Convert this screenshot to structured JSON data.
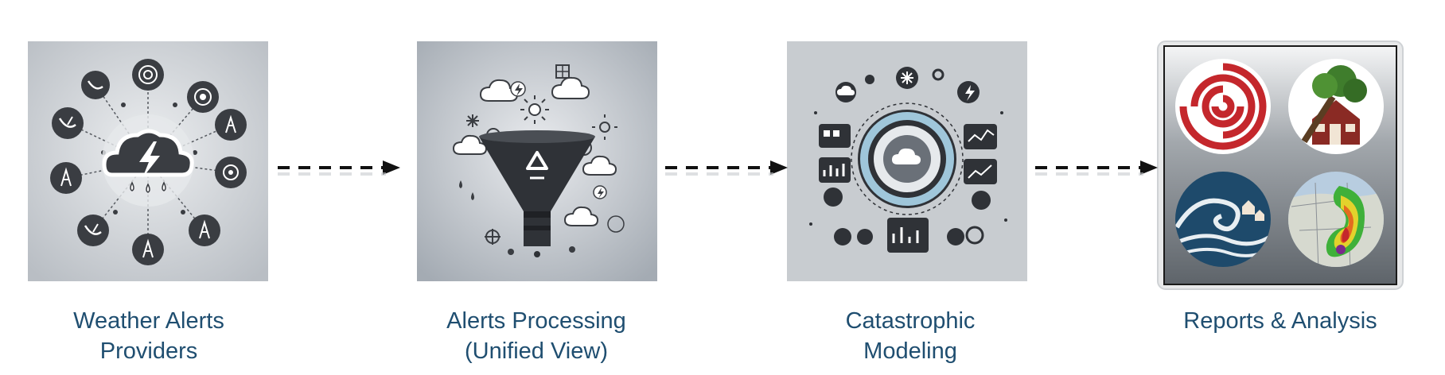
{
  "steps": [
    {
      "id": "providers",
      "caption_lines": [
        "Weather Alerts",
        "Providers"
      ]
    },
    {
      "id": "processing",
      "caption_lines": [
        "Alerts Processing",
        "(Unified View)"
      ]
    },
    {
      "id": "modeling",
      "caption_lines": [
        "Catastrophic",
        "Modeling"
      ]
    },
    {
      "id": "reports",
      "caption_lines": [
        "Reports & Analysis"
      ]
    }
  ],
  "colors": {
    "caption_text": "#1f4e70",
    "arrow": "#111111",
    "tile_background": "#c9cdd2",
    "icon_dark": "#3a3d42"
  },
  "icons": {
    "providers": [
      "storm-cloud-lightning-icon",
      "satellite-dish-icon",
      "radio-tower-icon",
      "radar-icon"
    ],
    "processing": [
      "funnel-recycle-icon",
      "cloud-icon",
      "sun-icon",
      "snowflake-icon",
      "lightning-icon"
    ],
    "modeling": [
      "dashboard-gauge-icon",
      "cloud-icon",
      "chart-icon",
      "lightning-icon"
    ],
    "reports": [
      "hurricane-icon",
      "fallen-tree-house-icon",
      "tsunami-wave-icon",
      "storm-radar-map-icon"
    ]
  }
}
